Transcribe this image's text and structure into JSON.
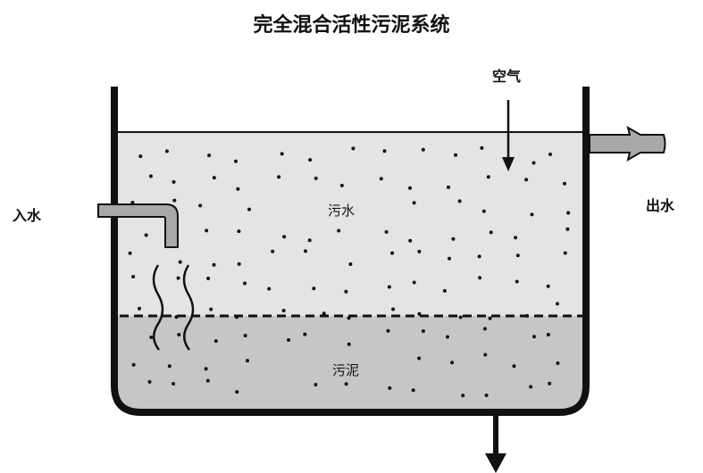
{
  "title": "完全混合活性污泥系统",
  "labels": {
    "air": "空气",
    "inflow": "入水",
    "outflow": "出水",
    "wastewater": "污水",
    "sludge": "污泥"
  },
  "colors": {
    "wastewater": "#e4e4e4",
    "sludge": "#c6c6c6",
    "pipe": "#a8a8a8",
    "outline": "#111111"
  }
}
